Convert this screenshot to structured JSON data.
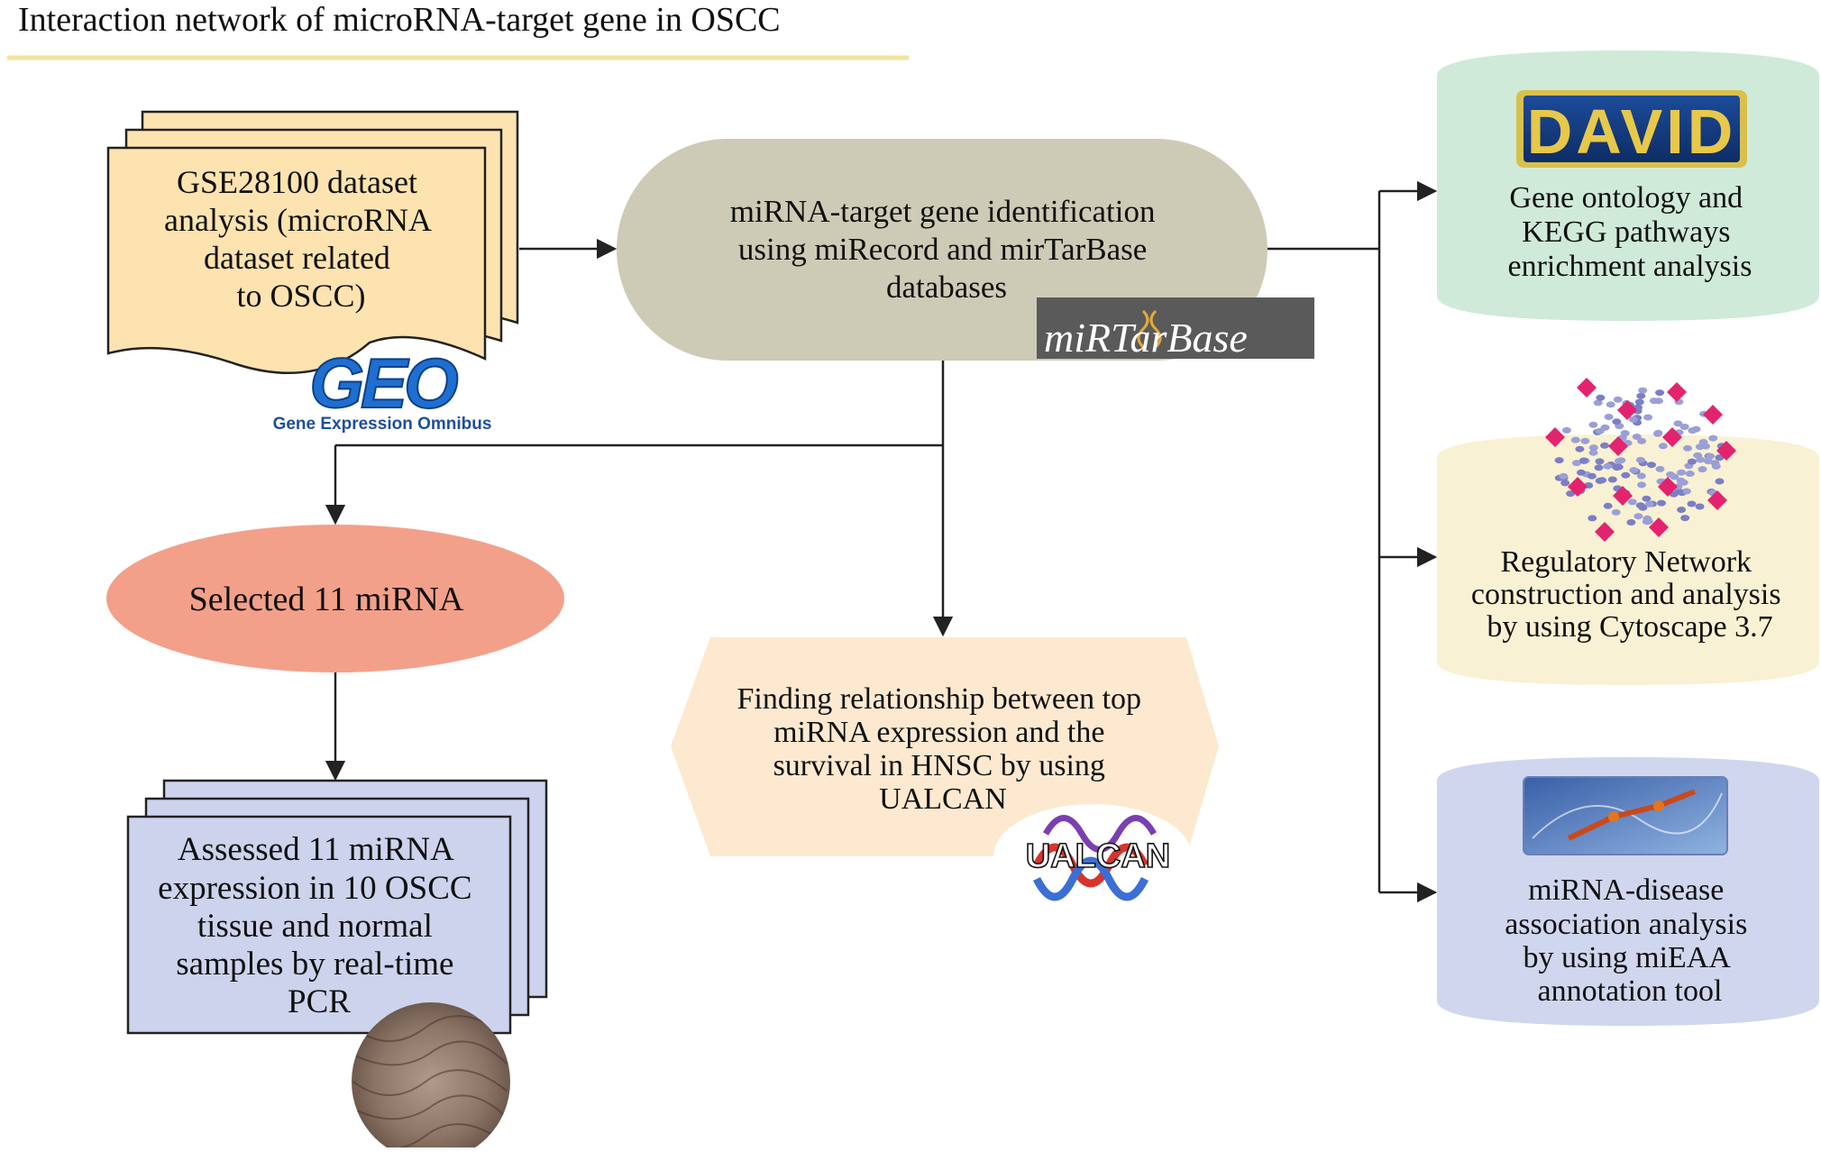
{
  "title": "Interaction network of microRNA-target gene in OSCC",
  "nodes": {
    "geo_dataset": {
      "lines": [
        "GSE28100 dataset",
        "analysis (microRNA",
        "dataset related",
        "to OSCC)"
      ],
      "logo_text": "GEO",
      "logo_caption": "Gene Expression Omnibus"
    },
    "target_identification": {
      "lines": [
        "miRNA-target gene identification",
        "using miRecord and mirTarBase",
        "databases"
      ],
      "logo_text": "miRTarBase"
    },
    "selected_mirna": {
      "lines": [
        "Selected 11 miRNA"
      ]
    },
    "assessed_expression": {
      "lines": [
        "Assessed 11 miRNA",
        "expression in 10 OSCC",
        "tissue and normal",
        "samples by real-time",
        "PCR"
      ]
    },
    "survival_analysis": {
      "lines": [
        "Finding relationship between top",
        "miRNA expression and the",
        "survival in HNSC by using",
        "UALCAN"
      ],
      "logo_text": "UALCAN"
    },
    "go_kegg": {
      "lines": [
        "Gene ontology and",
        "KEGG pathways",
        "enrichment analysis"
      ],
      "logo_text": "DAVID"
    },
    "regulatory_network": {
      "lines": [
        "Regulatory Network",
        "construction and analysis",
        "by using Cytoscape 3.7"
      ]
    },
    "disease_association": {
      "lines": [
        "miRNA-disease",
        "association analysis",
        "by using miEAA",
        "annotation tool"
      ]
    }
  },
  "colors": {
    "title_underline": "#f5e39a",
    "geo_box": "#fde3b0",
    "target_pill": "#cdcbb5",
    "selected_ellipse": "#f3a08a",
    "assessed_box": "#cdd3ec",
    "survival_hex": "#fde9cf",
    "go_cylinder": "#cfead9",
    "network_cylinder": "#f9f1d3",
    "disease_cylinder": "#cfd6ee",
    "arrow": "#222222"
  }
}
